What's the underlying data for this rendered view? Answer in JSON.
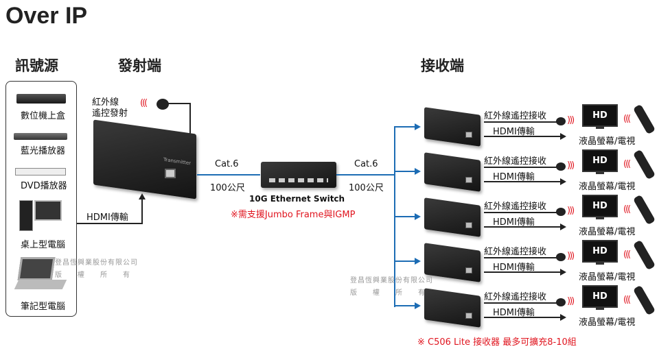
{
  "title": "Over IP",
  "headers": {
    "source": "訊號源",
    "transmitter": "發射端",
    "receiver": "接收端"
  },
  "sources": [
    "數位機上盒",
    "藍光播放器",
    "DVD播放器",
    "桌上型電腦",
    "筆記型電腦"
  ],
  "watermark": {
    "line1": "登昌恆興業股份有限公司",
    "line2": "版　　權　　所　　有"
  },
  "transmitter": {
    "ir_label_1": "紅外線",
    "ir_label_2": "遙控發射",
    "hdmi_label": "HDMI傳輸",
    "device_text": "Transmitter"
  },
  "cable_left": {
    "type": "Cat.6",
    "length": "100公尺"
  },
  "cable_right": {
    "type": "Cat.6",
    "length": "100公尺"
  },
  "switch": {
    "name": "10G Ethernet Switch",
    "note": "※需支援Jumbo Frame與IGMP"
  },
  "receivers": {
    "ir_label": "紅外線遙控接收",
    "hdmi_label": "HDMI傳輸",
    "tv_badge": "HD",
    "display_label": "液晶螢幕/電視",
    "count": 5
  },
  "footnote": "※ C506 Lite 接收器 最多可擴充8-10組",
  "colors": {
    "accent_blue": "#1c6cb4",
    "note_red": "#e0141e"
  }
}
